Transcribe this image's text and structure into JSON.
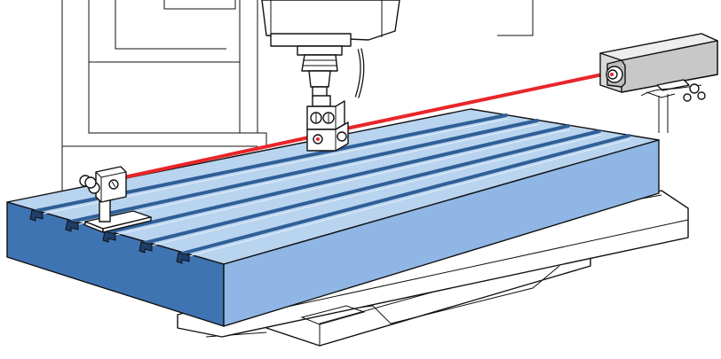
{
  "diagram": {
    "description_text": "",
    "colors": {
      "table_top": "#b9d4ef",
      "table_top_light": "#cfe2f5",
      "table_front": "#3f74b3",
      "table_side": "#8fb6e4",
      "t_slot": "#2f5f97",
      "laser_beam": "#e8262a",
      "outline": "#111111",
      "laser_housing": "#d9d9d9"
    },
    "components": [
      "machine-column",
      "spindle-head",
      "retroreflector-optic",
      "interferometer-optic",
      "laser-head",
      "machine-table",
      "saddle",
      "base"
    ],
    "t_slot_count": 5
  }
}
